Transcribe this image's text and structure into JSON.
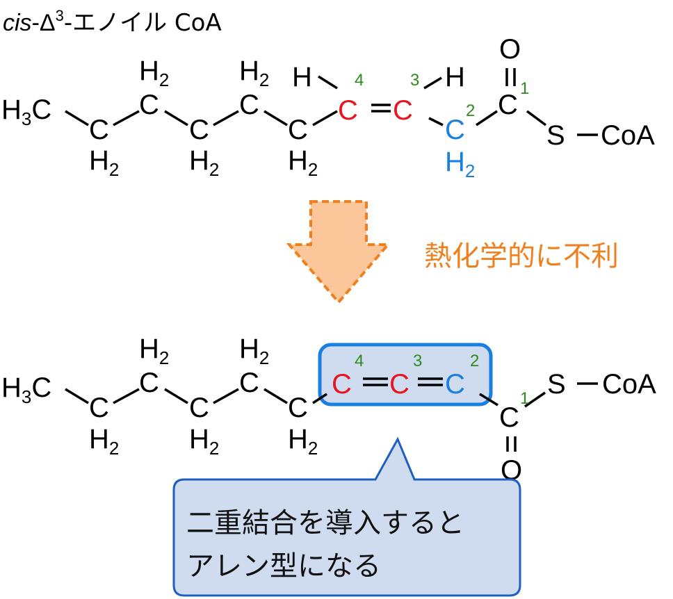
{
  "title": {
    "prefix_italic": "cis",
    "dash1": "-Δ",
    "superscript": "3",
    "suffix": "-エノイル CoA"
  },
  "atoms": {
    "C": "C",
    "H": "H",
    "H2": "H",
    "H3C": "H",
    "sub2": "2",
    "sub3": "3",
    "O": "O",
    "S": "S",
    "CoA": "CoA",
    "C_of_H3C": "C"
  },
  "locants": {
    "n1": "1",
    "n2": "2",
    "n3": "3",
    "n4": "4"
  },
  "arrow_label": "熱化学的に不利",
  "callout": {
    "line1": "二重結合を導入すると",
    "line2": "アレン型になる"
  },
  "colors": {
    "red": "#e8141e",
    "blue": "#1b7fe0",
    "green": "#2e8b1e",
    "orange": "#f07f1d",
    "arrow_fill": "#fbc79a",
    "callout_fill": "#cfdcf0",
    "callout_stroke": "#1f5fbf"
  }
}
